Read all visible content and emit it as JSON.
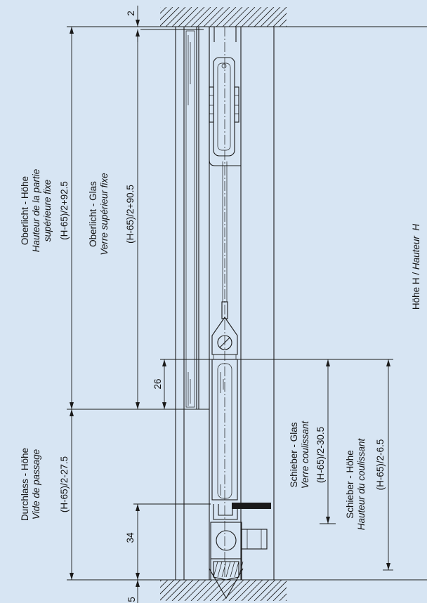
{
  "labels": {
    "oberlicht_hoehe": {
      "de": "Oberlicht - Höhe",
      "fr_line1": "Hauteur de la partie",
      "fr_line2": "supérieure fixe",
      "formula": "(H-65)/2+92.5"
    },
    "oberlicht_glas": {
      "de": "Oberlicht - Glas",
      "fr": "Verre supérieur fixe",
      "formula": "(H-65)/2+90.5"
    },
    "durchlass_hoehe": {
      "de": "Durchlass - Höhe",
      "fr": "Vide de passage",
      "formula": "(H-65)/2-27.5"
    },
    "schieber_glas": {
      "de": "Schieber - Glas",
      "fr": "Verre coulissant",
      "formula": "(H-65)/2-30.5"
    },
    "schieber_hoehe": {
      "de": "Schieber - Höhe",
      "fr": "Hauteur du coulissant",
      "formula": "(H-65)/2-6.5"
    },
    "hoehe_h": {
      "de": "Höhe H",
      "sep": " / ",
      "fr": "Hauteur  H"
    }
  },
  "dimensions": {
    "top_gap": "2",
    "overlap": "26",
    "bottom_rail": "34",
    "bottom_gap": "5"
  },
  "colors": {
    "background": "#d7e5f3",
    "line": "#1a1a1a"
  }
}
